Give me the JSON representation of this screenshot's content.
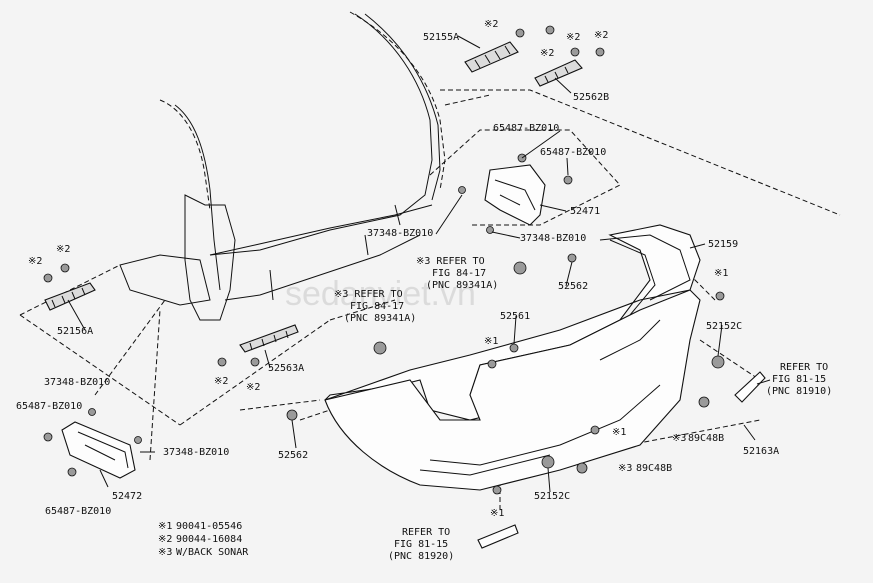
{
  "watermark": "sedanviet.vn",
  "labels": {
    "p52155A": "52155A",
    "p52562B": "52562B",
    "p65487a": "65487-BZ010",
    "p65487b": "65487-BZ010",
    "p52471": "52471",
    "p37348a": "37348-BZ010",
    "p37348b": "37348-BZ010",
    "p52159": "52159",
    "p52156A": "52156A",
    "p52563A": "52563A",
    "p52562a": "52562",
    "p52562b": "52562",
    "p52561": "52561",
    "p52152Ca": "52152C",
    "p52152Cb": "52152C",
    "p89C48Ba": "89C48B",
    "p89C48Bb": "89C48B",
    "p52163A": "52163A",
    "p37348c": "37348-BZ010",
    "p65487c": "65487-BZ010",
    "p37348d": "37348-BZ010",
    "p52472": "52472",
    "p65487d": "65487-BZ010"
  },
  "marks": {
    "m2": "※2",
    "m1": "※1",
    "m3": "※3"
  },
  "refs": {
    "ref1_l1": "※3 REFER TO",
    "ref1_l2": "FIG 84-17",
    "ref1_l3": "(PNC 89341A)",
    "ref2_l1": "※3 REFER TO",
    "ref2_l2": "FIG 84-17",
    "ref2_l3": "(PNC 89341A)",
    "ref3_l1": "REFER TO",
    "ref3_l2": "FIG 81-15",
    "ref3_l3": "(PNC 81910)",
    "ref4_l1": "REFER TO",
    "ref4_l2": "FIG 81-15",
    "ref4_l3": "(PNC 81920)"
  },
  "legend": [
    {
      "mark": "※1",
      "text": "90041-05546"
    },
    {
      "mark": "※2",
      "text": "90044-16084"
    },
    {
      "mark": "※3",
      "text": "W/BACK SONAR"
    }
  ]
}
